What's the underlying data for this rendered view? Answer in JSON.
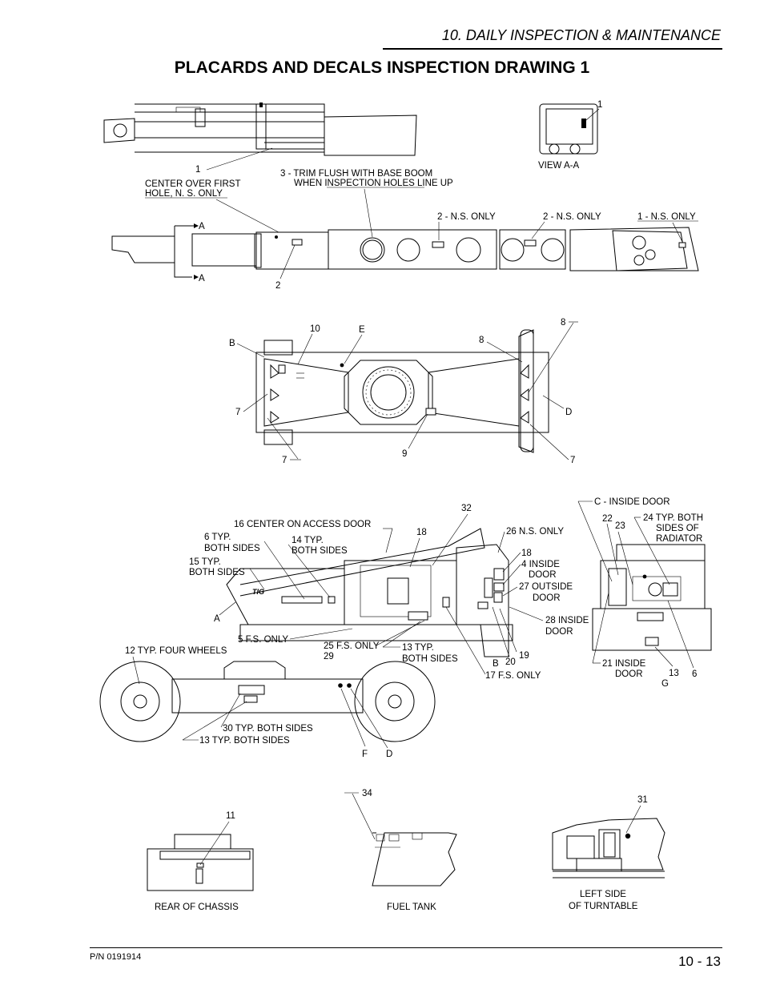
{
  "header": {
    "section": "10. DAILY INSPECTION & MAINTENANCE",
    "title": "PLACARDS AND DECALS INSPECTION DRAWING 1"
  },
  "footer": {
    "part_number": "P/N 0191914",
    "page": "10 - 13"
  },
  "boom": {
    "c1": "1",
    "c1b": "CENTER OVER FIRST",
    "c1c": "HOLE, N. S. ONLY",
    "c3a": "3 - TRIM FLUSH WITH BASE BOOM",
    "c3b": "WHEN INSPECTION HOLES LINE UP",
    "c2ns": "2 - N.S. ONLY",
    "c2ns2": "2 - N.S. ONLY",
    "c1ns": "1 - N.S. ONLY",
    "secA1": "A",
    "secA2": "A",
    "c2": "2",
    "view": "VIEW  A-A",
    "view1": "1"
  },
  "frame": {
    "l10": "10",
    "lE": "E",
    "lB": "B",
    "l8a": "8",
    "l8b": "8",
    "l7a": "7",
    "l7b": "7",
    "l7c": "7",
    "l9": "9",
    "lD": "D"
  },
  "machine": {
    "l32": "32",
    "l16": "16 CENTER ON ACCESS DOOR",
    "l18a": "18",
    "l26": "26 N.S. ONLY",
    "l6a": "6 TYP.",
    "l6b": "BOTH SIDES",
    "l14a": "14 TYP.",
    "l14b": "BOTH SIDES",
    "l15a": "15 TYP.",
    "l15b": "BOTH SIDES",
    "l18b": "18",
    "l4a": "4 INSIDE",
    "l4b": "DOOR",
    "l27a": "27 OUTSIDE",
    "l27b": "DOOR",
    "lA": "A",
    "l28a": "28 INSIDE",
    "l28b": "DOOR",
    "l5": "5 F.S. ONLY",
    "l25": "25 F.S. ONLY",
    "l29": "29",
    "l13a": "13 TYP.",
    "l13b": "BOTH SIDES",
    "l19": "19",
    "lB2": "B",
    "l20": "20",
    "l17": "17 F.S. ONLY",
    "l12": "12 TYP. FOUR WHEELS",
    "l30": "30 TYP. BOTH SIDES",
    "l13c": "13 TYP. BOTH SIDES",
    "lF": "F",
    "lD2": "D",
    "lC": "C - INSIDE DOOR",
    "l22": "22",
    "l23": "23",
    "l24a": "24 TYP. BOTH",
    "l24b": "SIDES OF",
    "l24c": "RADIATOR",
    "l21a": "21 INSIDE",
    "l21b": "DOOR",
    "l13d": "13",
    "lG": "G",
    "l6c": "6"
  },
  "bottom": {
    "l11": "11",
    "rear": "REAR OF CHASSIS",
    "l34": "34",
    "fuel": "FUEL TANK",
    "l31": "31",
    "left1": "LEFT SIDE",
    "left2": "OF TURNTABLE"
  }
}
